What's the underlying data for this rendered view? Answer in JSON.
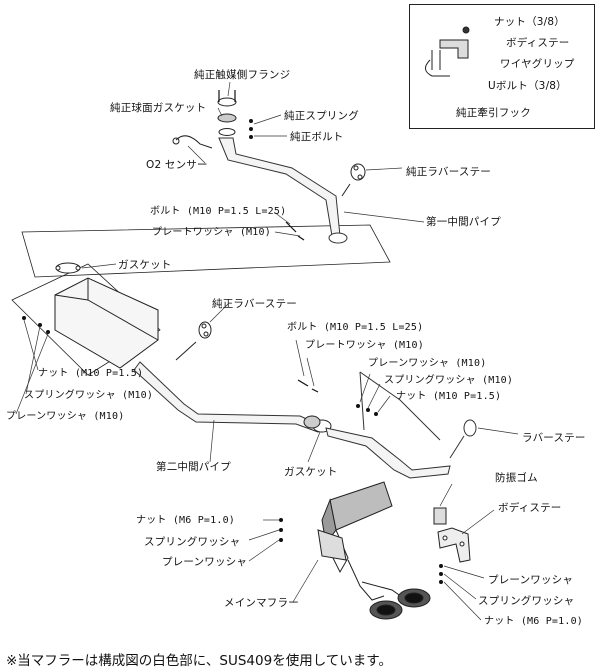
{
  "inset": {
    "items": [
      "ナット（3/8）",
      "ボディステー",
      "ワイヤグリップ",
      "Uボルト（3/8）"
    ],
    "caption": "純正牽引フック"
  },
  "labels": {
    "flange": "純正触媒側フランジ",
    "sphere_gasket": "純正球面ガスケット",
    "spring_oe": "純正スプリング",
    "bolt_oe": "純正ボルト",
    "o2_sensor": "O2 センサー",
    "rubber_stay_oe_1": "純正ラバーステー",
    "bolt_m10_a": "ボルト (M10 P=1.5 L=25)",
    "plate_washer_a": "プレートワッシャ (M10)",
    "first_pipe": "第一中間パイプ",
    "gasket_1": "ガスケット",
    "rubber_stay_oe_2": "純正ラバーステー",
    "bolt_m10_b": "ボルト (M10 P=1.5 L=25)",
    "plate_washer_b": "プレートワッシャ (M10)",
    "plain_washer_m10_r": "プレーンワッシャ (M10)",
    "spring_washer_m10_r": "スプリングワッシャ (M10)",
    "nut_m10_r": "ナット (M10 P=1.5)",
    "nut_m10_l": "ナット (M10 P=1.5)",
    "spring_washer_m10_l": "スプリングワッシャ (M10)",
    "plain_washer_m10_l": "プレーンワッシャ (M10)",
    "rubber_stay": "ラバーステー",
    "second_pipe": "第二中間パイプ",
    "gasket_2": "ガスケット",
    "vibration_rubber": "防振ゴム",
    "body_stay": "ボディステー",
    "nut_m6_l": "ナット (M6 P=1.0)",
    "spring_washer_l": "スプリングワッシャ",
    "plain_washer_l": "プレーンワッシャ",
    "main_muffler": "メインマフラー",
    "plain_washer_r": "プレーンワッシャ",
    "spring_washer_r": "スプリングワッシャ",
    "nut_m6_r": "ナット (M6 P=1.0)"
  },
  "footnote": "※当マフラーは構成図の白色部に、SUS409を使用しています。"
}
